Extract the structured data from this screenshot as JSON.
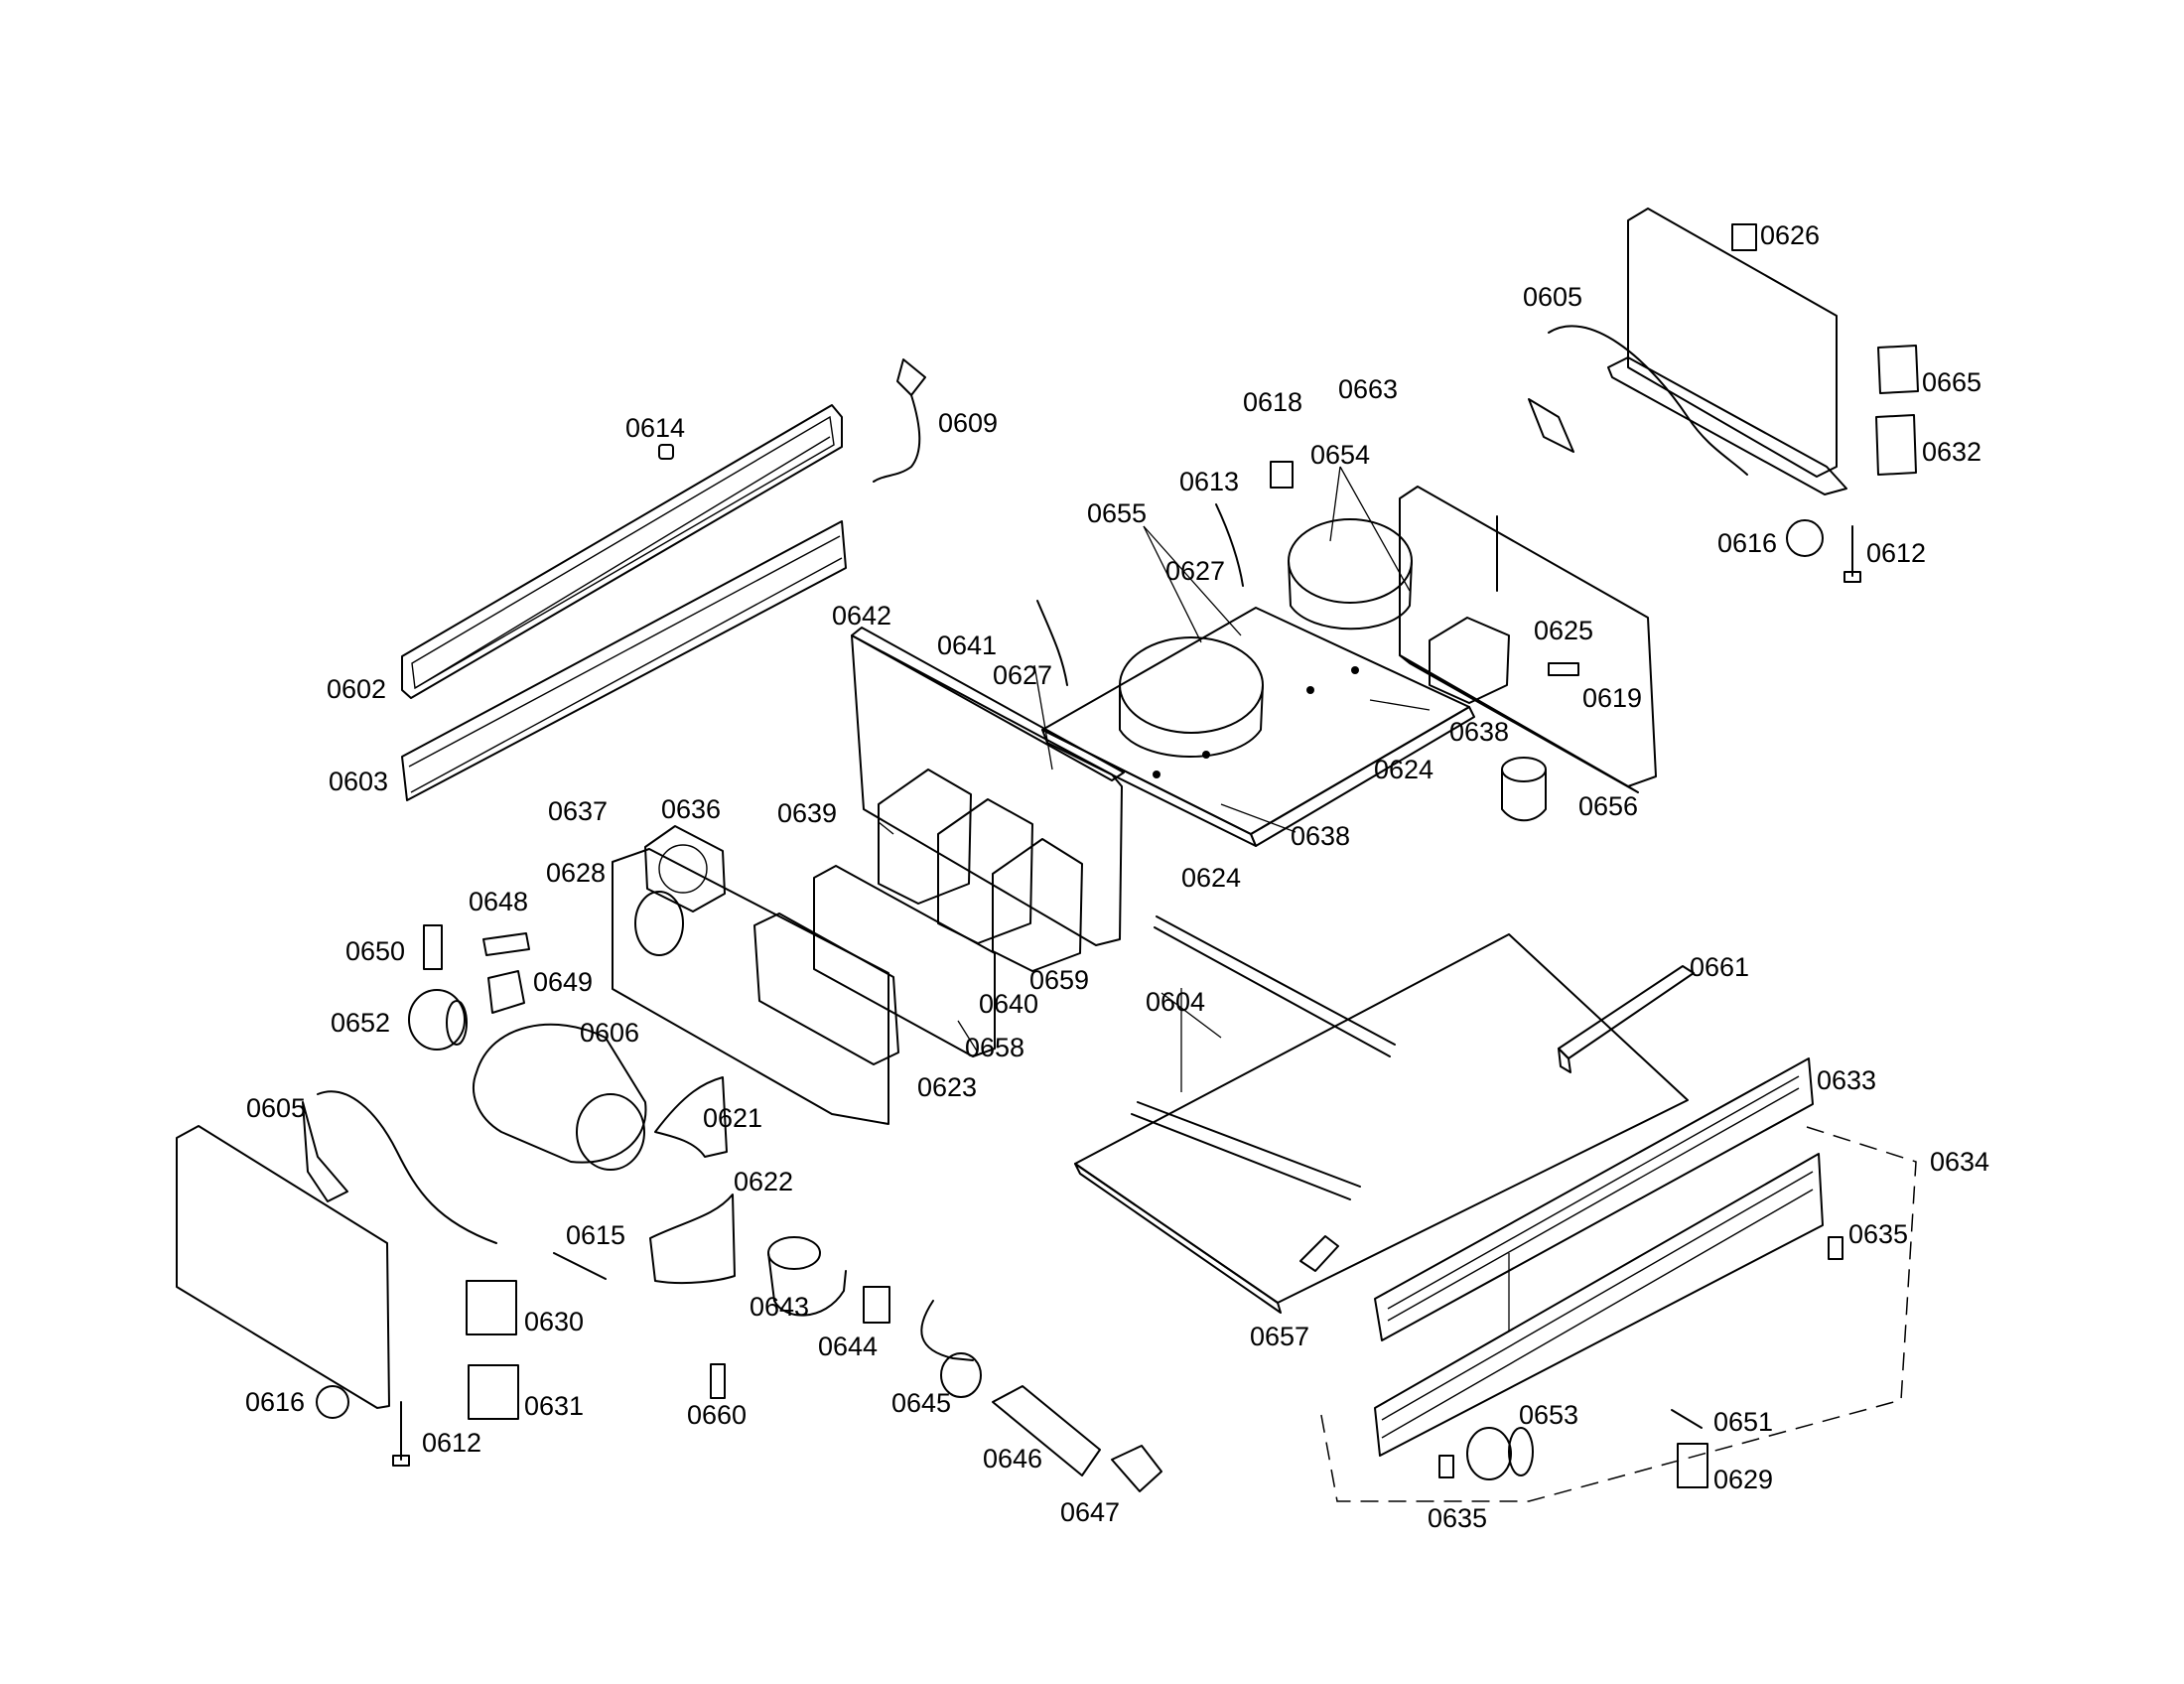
{
  "part_labels": [
    "0626",
    "0605",
    "0665",
    "0632",
    "0616",
    "0612",
    "0663",
    "0618",
    "0654",
    "0613",
    "0655",
    "0627",
    "0625",
    "0619",
    "0609",
    "0614",
    "0642",
    "0641",
    "0627",
    "0638",
    "0624",
    "0602",
    "0603",
    "0637",
    "0636",
    "0639",
    "0638",
    "0656",
    "0628",
    "0624",
    "0648",
    "0650",
    "0649",
    "0659",
    "0640",
    "0661",
    "0604",
    "0652",
    "0606",
    "0658",
    "0623",
    "0633",
    "0605",
    "0621",
    "0634",
    "0622",
    "0635",
    "0615",
    "0630",
    "0643",
    "0644",
    "0657",
    "0631",
    "0616",
    "0660",
    "0645",
    "0653",
    "0651",
    "0612",
    "0646",
    "0629",
    "0647",
    "0635"
  ]
}
